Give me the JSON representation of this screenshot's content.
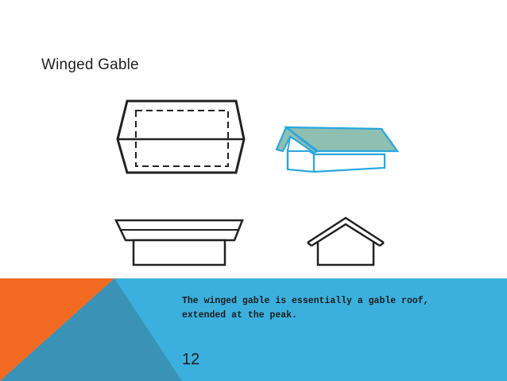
{
  "slide": {
    "title": "Winged Gable",
    "caption_line1": "The winged gable is essentially a gable roof,",
    "caption_line2": "extended at the peak.",
    "page_number": "12"
  },
  "colors": {
    "banner_blue": "#3bb0de",
    "banner_dark_teal": "#3a93b6",
    "banner_orange": "#f26a21",
    "highlight_line": "#2aa6df",
    "highlight_fill": "#8fbfb0",
    "outline": "#222222"
  },
  "diagram": {
    "views": [
      "top-view",
      "perspective-view",
      "front-elevation",
      "side-elevation"
    ]
  }
}
